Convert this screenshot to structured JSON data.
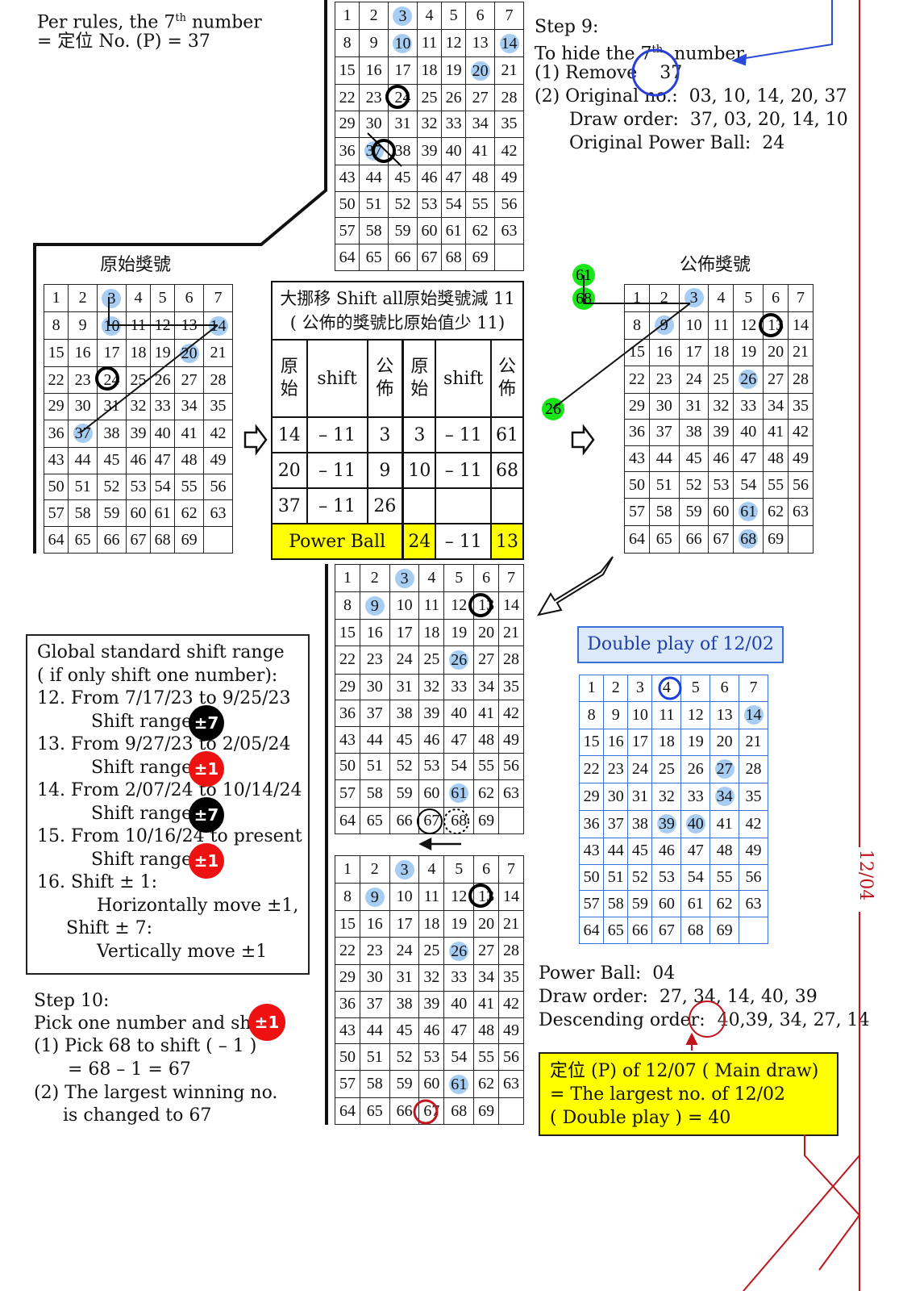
{
  "per_rules": {
    "line1": "Per rules, the 7",
    "sup": "th",
    "line1b": " number",
    "line2": "= 定位 No. (P) = 37"
  },
  "step9": {
    "title": "Step 9:",
    "hide_a": "To hide the 7",
    "hide_sup": "th",
    "hide_b": "  number",
    "item1": "(1) Remove",
    "item1_val": "37",
    "item2": "(2) Original no.:  03, 10, 14, 20, 37",
    "draw": "Draw order:  37, 03, 20, 14, 10",
    "pb": "Original Power Ball:  24"
  },
  "original_title": "原始獎號",
  "published_title": "公佈獎號",
  "shift_table": {
    "header1": "大挪移 Shift all原始獎號減 11",
    "header2": "( 公佈的獎號比原始值少 11)",
    "col_orig": "原\n始",
    "col_shift": "shift",
    "col_pub": "公\n佈",
    "rows": [
      [
        "14",
        "– 11",
        "3",
        "3",
        "– 11",
        "61"
      ],
      [
        "20",
        "– 11",
        "9",
        "10",
        "– 11",
        "68"
      ],
      [
        "37",
        "– 11",
        "26",
        "",
        "",
        ""
      ]
    ],
    "pb_label": "Power Ball",
    "pb_orig": "24",
    "pb_shift": "– 11",
    "pb_pub": "13"
  },
  "side_labels": {
    "g61": "61",
    "g68": "68",
    "g26": "26"
  },
  "global": {
    "l1": "Global standard shift range",
    "l2": "( if only shift one number):",
    "l3": "12. From 7/17/23 to 9/25/23",
    "l4": "Shift range:",
    "l5": "13. From 9/27/23 to 2/05/24",
    "l6": "Shift range:",
    "l7": "14. From 2/07/24 to 10/14/24",
    "l8": "Shift range:",
    "l9": "15. From 10/16/24 to present",
    "l10": "Shift range:",
    "l11": "16. Shift ± 1:",
    "l12": "Horizontally move ±1,",
    "l13": "Shift ± 7:",
    "l14": "Vertically move ±1",
    "pm7": "±7",
    "pm1": "±1"
  },
  "step10": {
    "title": "Step 10:",
    "l1": "Pick one number and shift",
    "badge": "±1",
    "l2": "(1) Pick 68 to shift ( – 1 )",
    "l3": "= 68 – 1 = 67",
    "l4": "(2) The largest winning no.",
    "l5": "is changed to 67"
  },
  "double_play": {
    "title": "Double play of 12/02",
    "pb": "Power Ball:  04",
    "draw": "Draw order:  27, 34, 14, 40, 39",
    "desc_a": "Descending order: ",
    "desc_b": "40,",
    "desc_c": "39, 34, 27, 14"
  },
  "pbox": {
    "l1": "定位 (P) of 12/07 ( Main draw)",
    "l2": "= The largest no. of 12/02",
    "l3": "( Double play ) = 40"
  },
  "date_label": "12/04",
  "colors": {
    "highlight": "#a8cdf2",
    "green": "#19e619",
    "red": "#ee1111",
    "yellow": "#ffff00",
    "blue": "#3b6fd8",
    "darkred": "#c0151d"
  },
  "grids": [
    {
      "id": "top",
      "hl": [
        3,
        10,
        14,
        20,
        37
      ]
    },
    {
      "id": "original",
      "hl": [
        3,
        10,
        14,
        20,
        37
      ]
    },
    {
      "id": "published",
      "hl": [
        3,
        9,
        26,
        61,
        68
      ]
    },
    {
      "id": "mid",
      "hl": [
        3,
        9,
        26,
        61
      ]
    },
    {
      "id": "bottom",
      "hl": [
        3,
        9,
        26,
        61
      ]
    },
    {
      "id": "double",
      "hl": [
        14,
        27,
        34,
        39,
        40
      ]
    }
  ]
}
